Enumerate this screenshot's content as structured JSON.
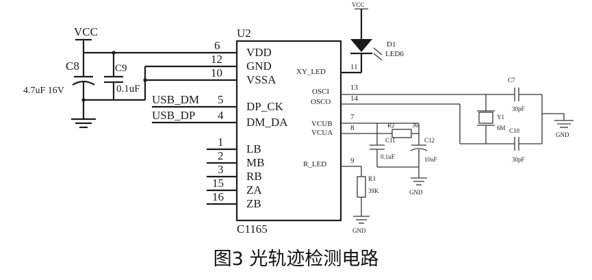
{
  "caption": "图3 光轨迹检测电路",
  "chip": {
    "top_label": "U2",
    "part_label": "C1165",
    "left_pins": [
      {
        "num": "6",
        "name": "VDD"
      },
      {
        "num": "12",
        "name": "GND"
      },
      {
        "num": "10",
        "name": "VSSA"
      },
      {
        "num": "5",
        "name": "DP_CK"
      },
      {
        "num": "4",
        "name": "DM_DA"
      },
      {
        "num": "1",
        "name": "LB"
      },
      {
        "num": "2",
        "name": "MB"
      },
      {
        "num": "3",
        "name": "RB"
      },
      {
        "num": "15",
        "name": "ZA"
      },
      {
        "num": "16",
        "name": "ZB"
      }
    ],
    "right_pins": [
      {
        "num": "11",
        "name": "XY_LED"
      },
      {
        "num": "13",
        "name": "OSCI"
      },
      {
        "num": "14",
        "name": "OSCO"
      },
      {
        "num": "7",
        "name": "VCUB"
      },
      {
        "num": "8",
        "name": "VCUA"
      },
      {
        "num": "9",
        "name": "R_LED"
      }
    ]
  },
  "nets": {
    "vcc_left": "VCC",
    "vcc_top": "VCC",
    "usb_dm": "USB_DM",
    "usb_dp": "USB_DP",
    "gnd_labels": [
      "GND",
      "GND",
      "GND"
    ]
  },
  "components": {
    "c8": {
      "ref": "C8",
      "value": "4.7uF 16V"
    },
    "c9": {
      "ref": "C9",
      "value": "0.1uF"
    },
    "d1": {
      "ref": "D1",
      "value": "LED6"
    },
    "c7": {
      "ref": "C7",
      "value": "30pF"
    },
    "c10": {
      "ref": "C10",
      "value": "30pF"
    },
    "y1": {
      "ref": "Y1",
      "value": "6M"
    },
    "r2": {
      "ref": "R2",
      "value": "36"
    },
    "c11": {
      "ref": "C11",
      "value": "0.1uF"
    },
    "c12": {
      "ref": "C12",
      "value": "10uF"
    },
    "r3": {
      "ref": "R3",
      "value": "39K"
    }
  }
}
